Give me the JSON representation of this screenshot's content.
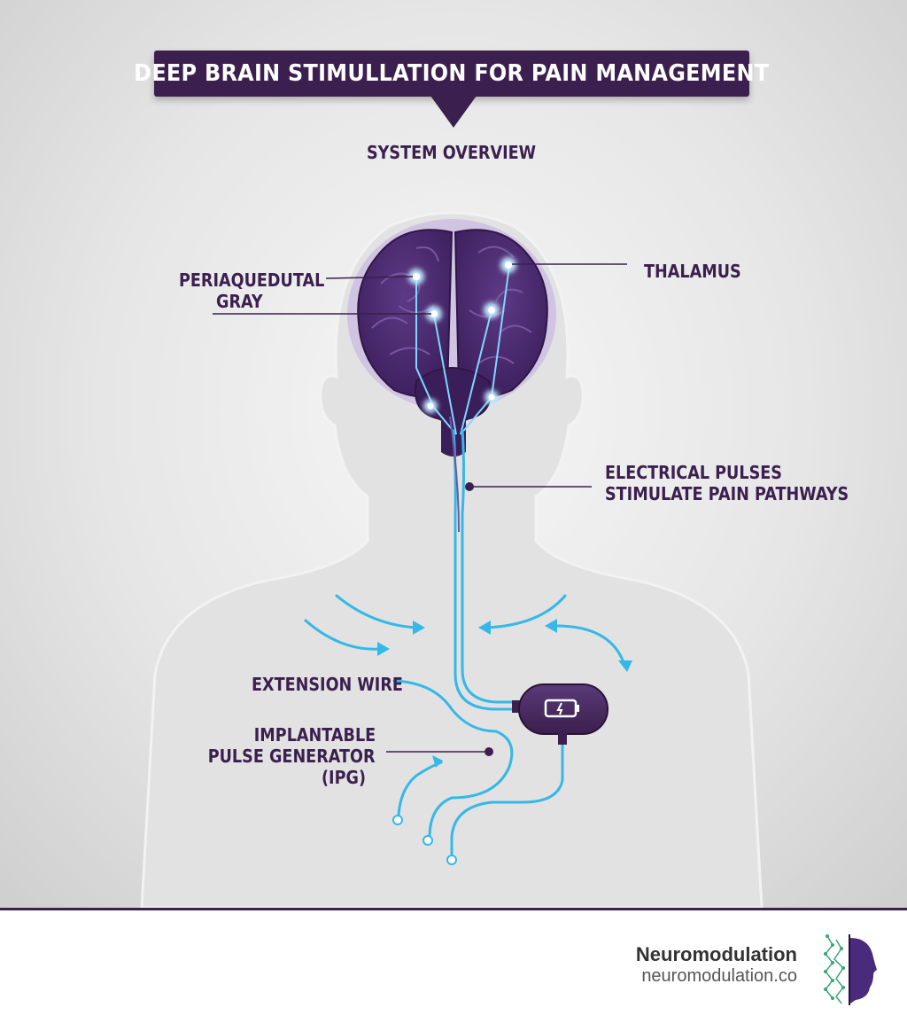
{
  "header": {
    "title": "DEEP BRAIN STIMULLATION FOR PAIN MANAGEMENT",
    "subtitle": "SYSTEM OVERVIEW"
  },
  "labels": {
    "pag_line1": "PERIAQUEDUTAL",
    "pag_line2": "GRAY",
    "thalamus": "THALAMUS",
    "pulses_line1": "ELECTRICAL PULSES",
    "pulses_line2": "STIMULATE PAIN PATHWAYS",
    "extension_wire": "EXTENSION WIRE",
    "ipg_line1": "IMPLANTABLE",
    "ipg_line2": "PULSE GENERATOR",
    "ipg_line3": "(IPG)"
  },
  "footer": {
    "brand": "Neuromodulation",
    "url": "neuromodulation.co"
  },
  "colors": {
    "primary": "#3b1f4e",
    "wire": "#35b8e8",
    "brain": "#4a2a6e",
    "glow": "#bfe9ff"
  },
  "icons": [
    "battery-icon",
    "brain-icon",
    "head-logo-icon"
  ]
}
